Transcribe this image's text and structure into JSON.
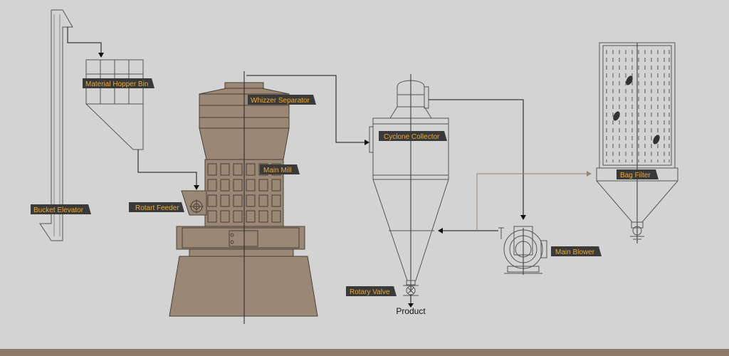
{
  "labels": {
    "material_hopper_bin": "Material Hopper Bin",
    "whizzer_separator": "Whizzer Separator",
    "cyclone_collector": "Cyclone Collector",
    "main_mill": "Main Mill",
    "rotart_feeder": "Rotart Feeder",
    "bucket_elevator": "Bucket Elevator",
    "rotary_valve": "Rotary Valve",
    "product": "Product",
    "main_blower": "Main Blower",
    "bag_filter": "Bag Filter"
  },
  "colors": {
    "background": "#d3d3d3",
    "label_bg": "#3a3a3a",
    "label_text": "#f0a92b",
    "mill_fill": "#9a8775",
    "bottom_bar": "#8f7a69",
    "return_air_line": "#9b8577"
  }
}
